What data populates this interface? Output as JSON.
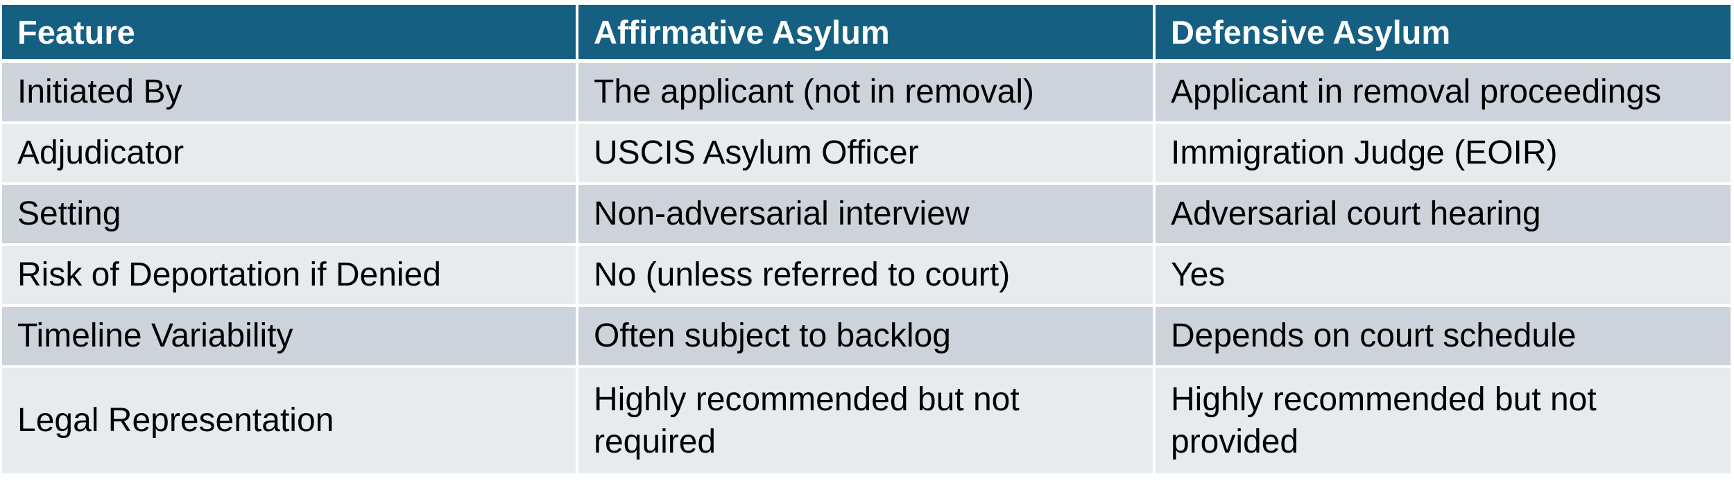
{
  "table": {
    "header": [
      "Feature",
      "Affirmative Asylum",
      "Defensive Asylum"
    ],
    "rows": [
      [
        "Initiated By",
        "The applicant (not in removal)",
        "Applicant in removal proceedings"
      ],
      [
        "Adjudicator",
        "USCIS Asylum Officer",
        "Immigration Judge (EOIR)"
      ],
      [
        "Setting",
        "Non-adversarial interview",
        "Adversarial court hearing"
      ],
      [
        "Risk of Deportation if Denied",
        "No (unless referred to court)",
        "Yes"
      ],
      [
        "Timeline Variability",
        "Often subject to backlog",
        "Depends on court schedule"
      ],
      [
        "Legal Representation",
        "Highly recommended but not required",
        "Highly recommended but not provided"
      ]
    ]
  },
  "colors": {
    "header_bg": "#156082",
    "row_dark": "#cdd3db",
    "row_light": "#e8ebee"
  }
}
